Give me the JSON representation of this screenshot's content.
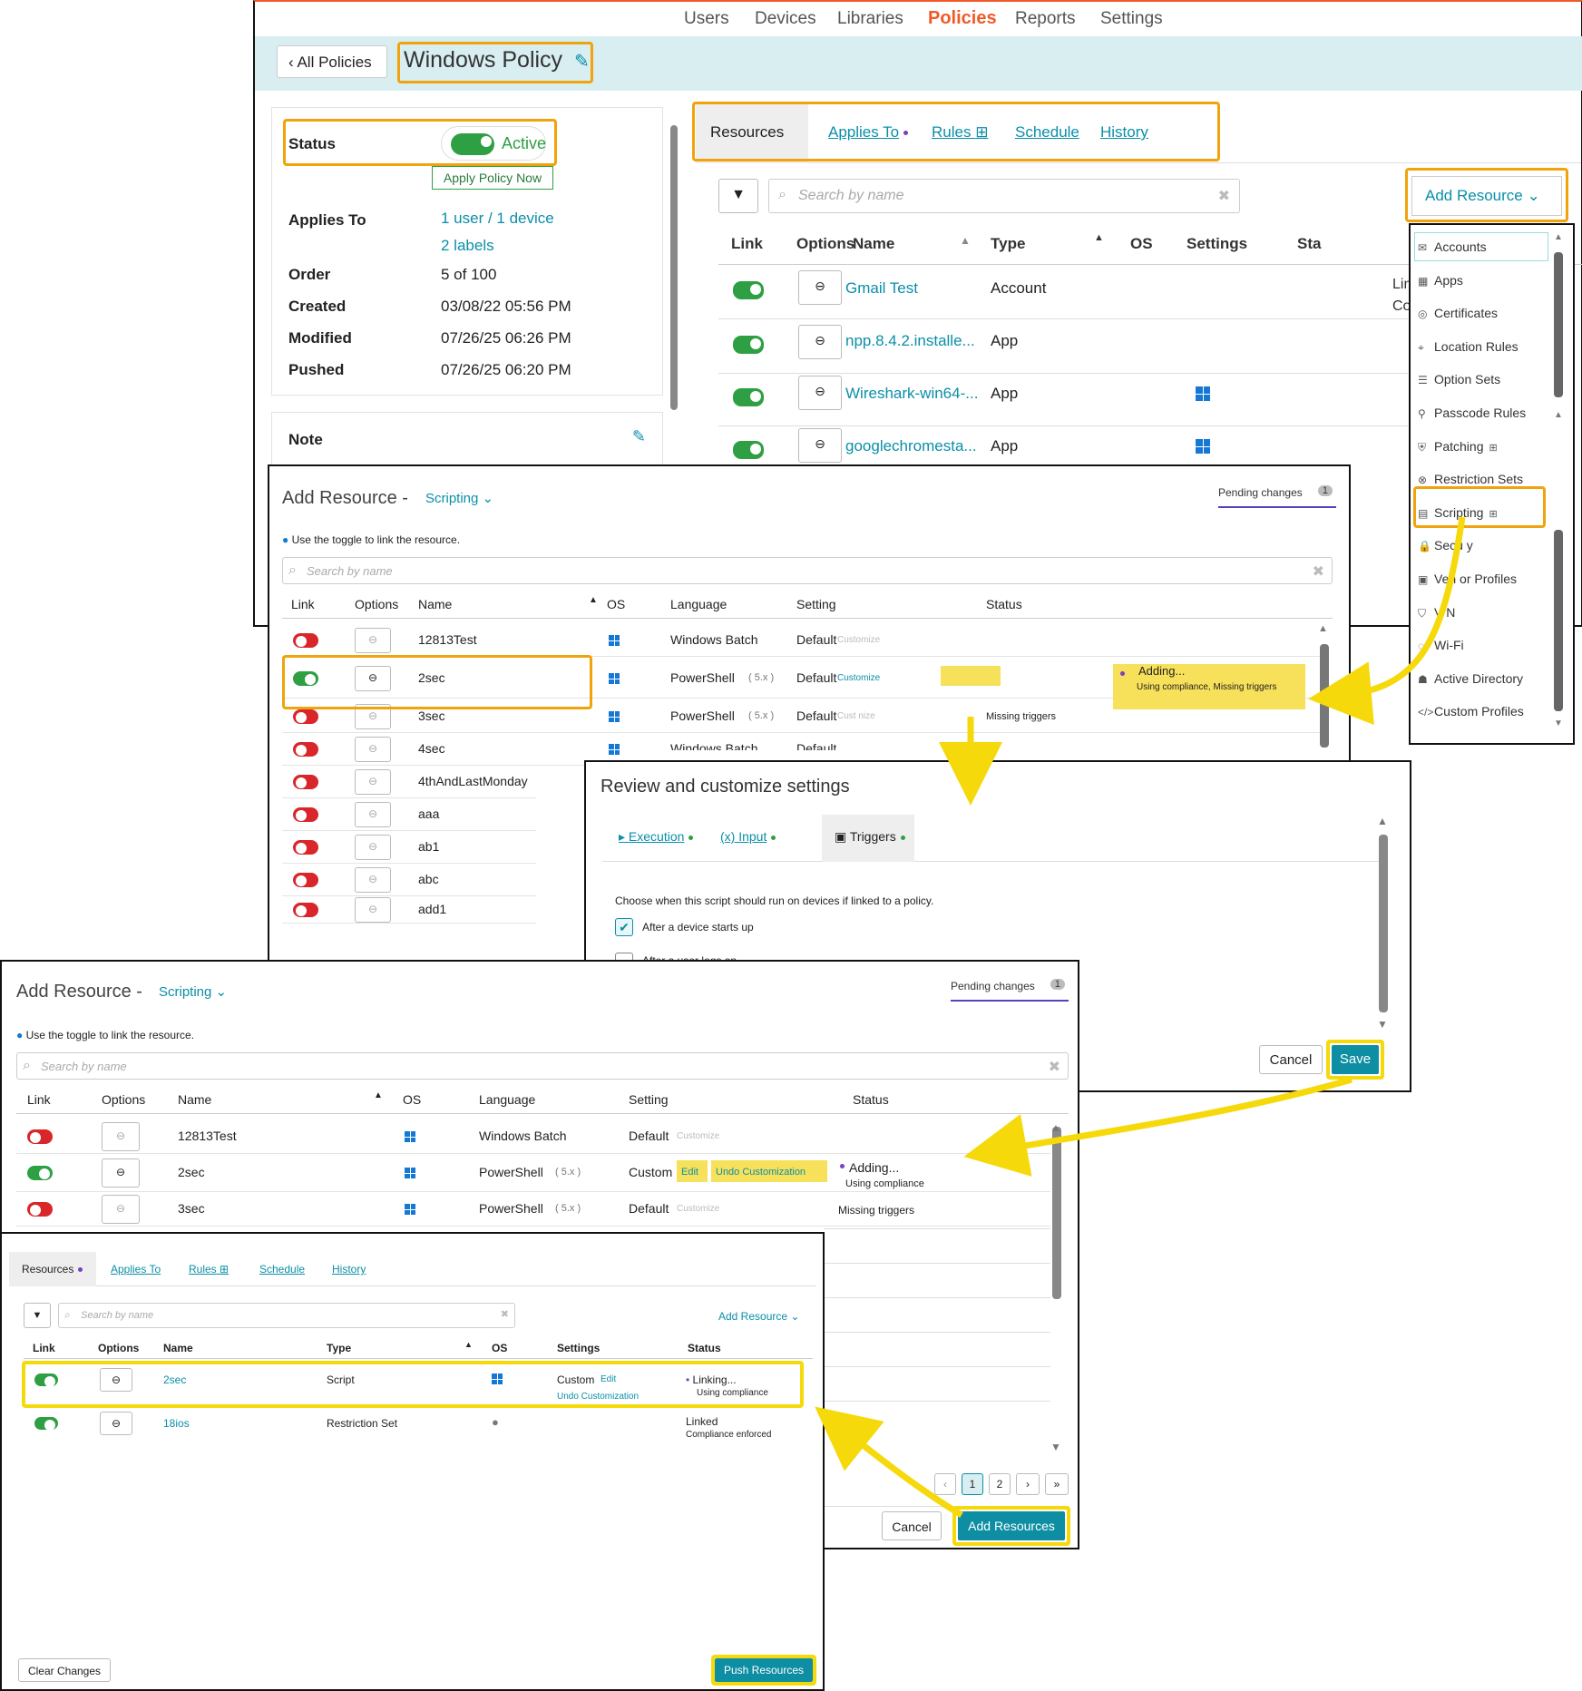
{
  "nav": {
    "items": [
      "Users",
      "Devices",
      "Libraries",
      "Policies",
      "Reports",
      "Settings"
    ],
    "active": "Policies"
  },
  "header": {
    "back_label": "All Policies",
    "title": "Windows Policy"
  },
  "info": {
    "status_label": "Status",
    "status_value": "Active",
    "apply_button": "Apply Policy Now",
    "applies_to_label": "Applies To",
    "applies_to_devices": "1 user / 1 device",
    "applies_to_labels": "2 labels",
    "order_label": "Order",
    "order_value": "5 of 100",
    "created_label": "Created",
    "created_value": "03/08/22 05:56 PM",
    "modified_label": "Modified",
    "modified_value": "07/26/25 06:26 PM",
    "pushed_label": "Pushed",
    "pushed_value": "07/26/25 06:20 PM",
    "note_label": "Note"
  },
  "tabs": [
    "Resources",
    "Applies To",
    "Rules",
    "Schedule",
    "History"
  ],
  "main_table": {
    "search_placeholder": "Search by name",
    "add_resource": "Add Resource",
    "columns": [
      "Link",
      "Options",
      "Name",
      "Type",
      "OS",
      "Settings",
      "Sta"
    ],
    "rows": [
      {
        "name": "Gmail Test",
        "type": "Account",
        "windows": false
      },
      {
        "name": "npp.8.4.2.installe...",
        "type": "App",
        "windows": true
      },
      {
        "name": "Wireshark-win64-...",
        "type": "App",
        "windows": true
      },
      {
        "name": "googlechromesta...",
        "type": "App",
        "windows": true
      }
    ],
    "status_fragments": [
      "Lin",
      "Co"
    ]
  },
  "resource_menu": [
    "Accounts",
    "Apps",
    "Certificates",
    "Location Rules",
    "Option Sets",
    "Passcode Rules",
    "Patching",
    "Restriction Sets",
    "Scripting",
    "Secu  y",
    "Ven  or Profiles",
    "V  N",
    "Wi-Fi",
    "Active Directory",
    "Custom Profiles"
  ],
  "dialog1": {
    "title": "Add Resource -",
    "type": "Scripting",
    "pending": "Pending changes",
    "pending_count": "1",
    "hint": "Use the toggle to link the resource.",
    "search_placeholder": "Search by name",
    "columns": [
      "Link",
      "Options",
      "Name",
      "OS",
      "Language",
      "Setting",
      "Status"
    ],
    "rows": [
      {
        "name": "12813Test",
        "language": "Windows Batch",
        "lang_ver": "",
        "setting": "Default",
        "customize": "Customize",
        "status": "",
        "status2": "",
        "on": false
      },
      {
        "name": "2sec",
        "language": "PowerShell",
        "lang_ver": "( 5.x )",
        "setting": "Default",
        "customize": "Customize",
        "status": "Adding...",
        "status2": "Using compliance, Missing triggers",
        "on": true
      },
      {
        "name": "3sec",
        "language": "PowerShell",
        "lang_ver": "( 5.x )",
        "setting": "Default",
        "customize": "Cust  nize",
        "status": "Missing triggers",
        "status2": "",
        "on": false
      },
      {
        "name": "4sec",
        "language": "Windows Batch",
        "lang_ver": "",
        "setting": "Default",
        "customize": "",
        "status": "",
        "status2": "",
        "on": false
      },
      {
        "name": "4thAndLastMonday",
        "on": false
      },
      {
        "name": "aaa",
        "on": false
      },
      {
        "name": "ab1",
        "on": false
      },
      {
        "name": "abc",
        "on": false
      },
      {
        "name": "add1",
        "on": false
      }
    ]
  },
  "review": {
    "title": "Review and customize settings",
    "tabs": [
      "Execution",
      "Input",
      "Triggers"
    ],
    "description": "Choose when this script should run on devices if linked to a policy.",
    "option1": "After a device starts up",
    "option2": "After a user logs on",
    "cancel": "Cancel",
    "save": "Save"
  },
  "dialog2": {
    "title": "Add Resource -",
    "type": "Scripting",
    "pending": "Pending changes",
    "pending_count": "1",
    "hint": "Use the toggle to link the resource.",
    "search_placeholder": "Search by name",
    "columns": [
      "Link",
      "Options",
      "Name",
      "OS",
      "Language",
      "Setting",
      "Status"
    ],
    "rows": [
      {
        "name": "12813Test",
        "language": "Windows Batch",
        "lang_ver": "",
        "setting": "Default",
        "customize": "Customize",
        "status": "",
        "status2": "",
        "on": false
      },
      {
        "name": "2sec",
        "language": "PowerShell",
        "lang_ver": "( 5.x )",
        "setting": "Custom",
        "edit": "Edit",
        "undo": "Undo Customization",
        "status": "Adding...",
        "status2": "Using compliance",
        "on": true
      },
      {
        "name": "3sec",
        "language": "PowerShell",
        "lang_ver": "( 5.x )",
        "setting": "Default",
        "customize": "Customize",
        "status": "Missing triggers",
        "status2": "",
        "on": false
      }
    ],
    "pager": [
      "‹",
      "1",
      "2",
      "›",
      "»"
    ],
    "cancel": "Cancel",
    "add_resources": "Add Resources"
  },
  "final": {
    "tabs": [
      "Resources",
      "Applies To",
      "Rules",
      "Schedule",
      "History"
    ],
    "search_placeholder": "Search by name",
    "add_resource": "Add Resource",
    "columns": [
      "Link",
      "Options",
      "Name",
      "Type",
      "OS",
      "Settings",
      "Status"
    ],
    "rows": [
      {
        "name": "2sec",
        "type": "Script",
        "setting": "Custom",
        "edit": "Edit",
        "undo": "Undo Customization",
        "status": "Linking...",
        "status2": "Using compliance",
        "os": "windows"
      },
      {
        "name": "18ios",
        "type": "Restriction Set",
        "setting": "",
        "status": "Linked",
        "status2": "Compliance enforced",
        "os": "apple"
      }
    ],
    "clear": "Clear Changes",
    "push": "Push Resources"
  },
  "colors": {
    "accent": "#f05a28",
    "teal": "#0a8fa8",
    "highlight_orange": "#f0a30a",
    "highlight_yellow": "#f5d90a",
    "toggle_on": "#2ea043",
    "toggle_off": "#d9262a",
    "purple": "#7b3fbf"
  }
}
